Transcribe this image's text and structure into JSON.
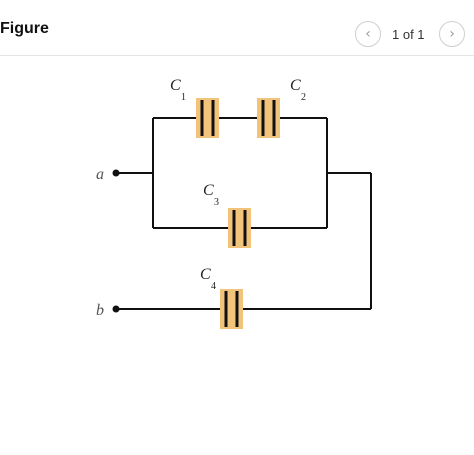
{
  "header": {
    "title": "Figure",
    "page_count": "1 of 1",
    "prev_icon": "chevron-left-icon",
    "next_icon": "chevron-right-icon"
  },
  "figure": {
    "capacitors": [
      {
        "name": "C",
        "sub": "1"
      },
      {
        "name": "C",
        "sub": "2"
      },
      {
        "name": "C",
        "sub": "3"
      },
      {
        "name": "C",
        "sub": "4"
      }
    ],
    "terminals": {
      "a": "a",
      "b": "b"
    },
    "colors": {
      "wire": "#111111",
      "plate_fill": "#f2c37a"
    }
  }
}
